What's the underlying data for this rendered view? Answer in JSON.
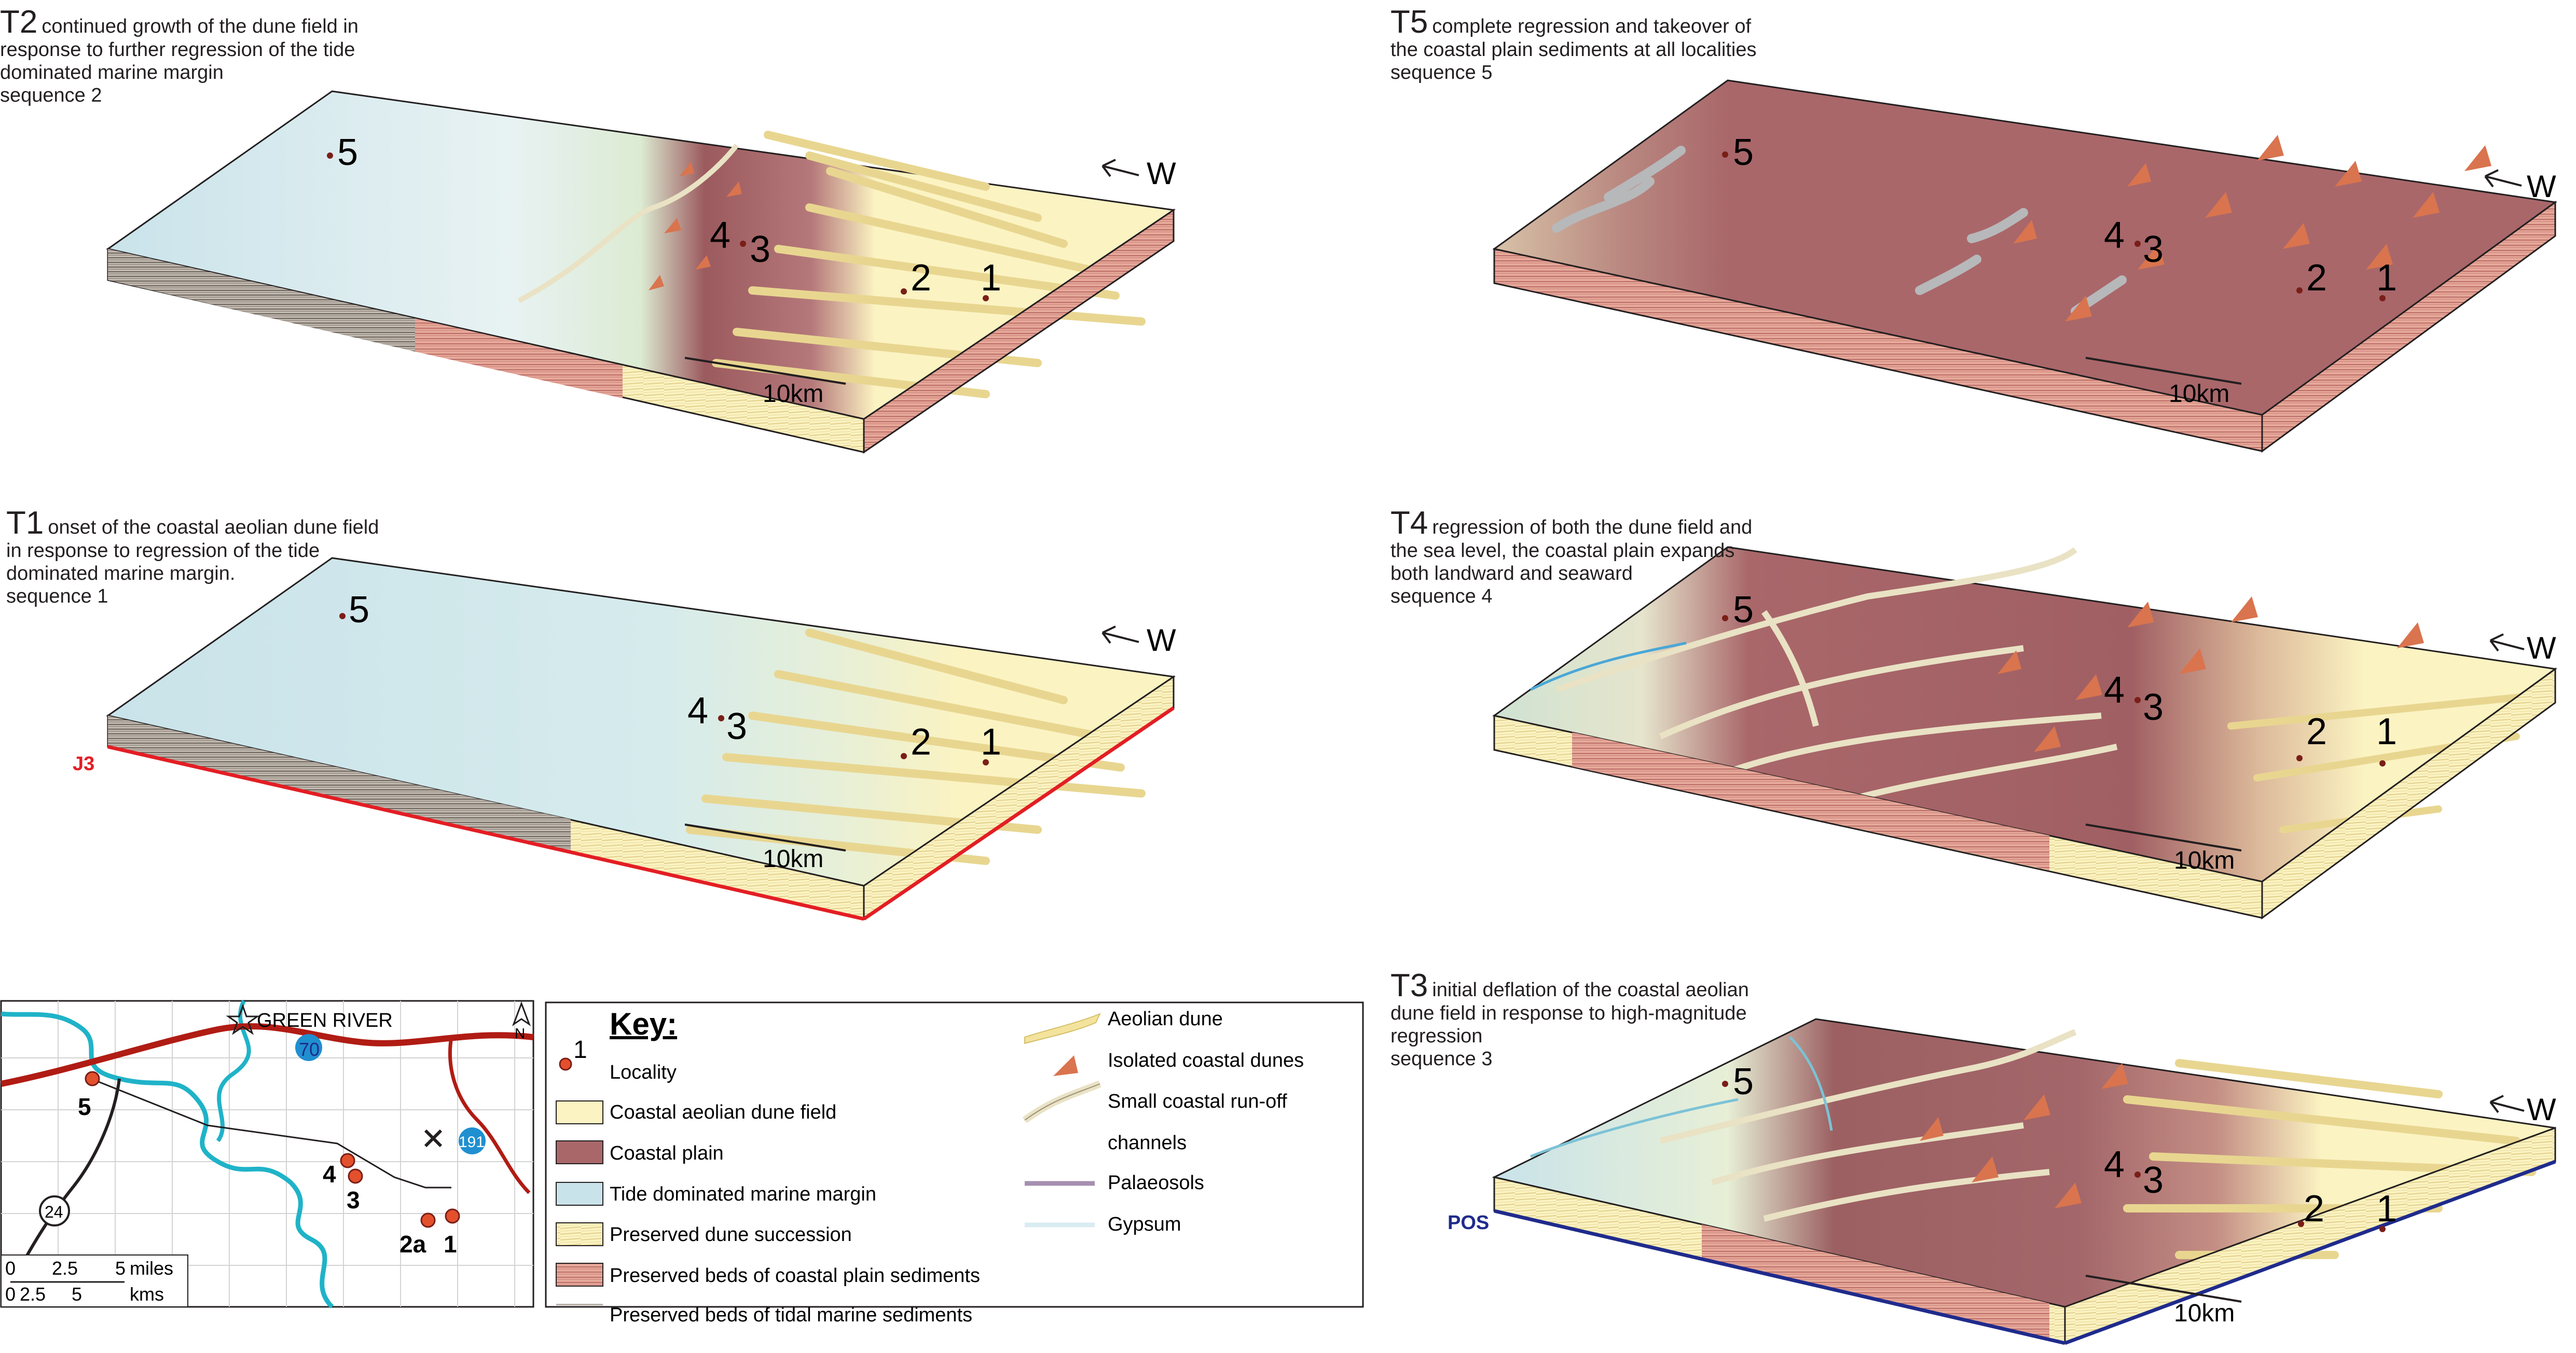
{
  "panels": {
    "t2": {
      "tag": "T2",
      "lines": [
        "continued growth of the dune field in",
        "response to further regression of the tide",
        "dominated marine margin",
        "sequence 2"
      ]
    },
    "t5": {
      "tag": "T5",
      "lines": [
        "complete regression and takeover of",
        "the coastal plain sediments at all localities",
        "sequence 5"
      ]
    },
    "t1": {
      "tag": "T1",
      "lines": [
        "onset of the coastal aeolian dune field",
        "in response to regression of the tide",
        "dominated marine margin.",
        "sequence 1"
      ]
    },
    "t4": {
      "tag": "T4",
      "lines": [
        "regression of both the dune field and",
        "the sea level, the coastal plain expands",
        "both landward and seaward",
        "sequence 4"
      ]
    },
    "t3": {
      "tag": "T3",
      "lines": [
        "initial deflation of the coastal aeolian",
        "dune field in response to high-magnitude",
        "regression",
        "sequence 3"
      ]
    }
  },
  "block_labels": {
    "direction": "W",
    "scale": "10km",
    "localities": [
      "1",
      "2",
      "3",
      "4",
      "5"
    ],
    "surface_t1": "J3",
    "surface_t3": "POS"
  },
  "map": {
    "town": "GREEN RIVER",
    "north": "N",
    "highway_70": "70",
    "highway_191": "191",
    "highway_24": "24",
    "sites": [
      "5",
      "4",
      "3",
      "2a",
      "1"
    ],
    "scale_miles": [
      "0",
      "2.5",
      "5",
      "miles"
    ],
    "scale_kms": [
      "0",
      "2.5",
      "5",
      "kms"
    ]
  },
  "key": {
    "title": "Key:",
    "locality_num": "1",
    "locality": "Locality",
    "dune_field": "Coastal aeolian dune field",
    "coastal_plain": "Coastal plain",
    "marine": "Tide dominated marine margin",
    "pres_dune": "Preserved dune succession",
    "pres_coastal": "Preserved beds of coastal plain sediments",
    "pres_tidal": "Preserved beds of tidal marine sediments",
    "aeolian_dune": "Aeolian dune",
    "isolated_dunes": "Isolated coastal dunes",
    "runoff_1": "Small coastal run-off",
    "runoff_2": "channels",
    "palaeosols": "Palaeosols",
    "gypsum": "Gypsum"
  },
  "colors": {
    "marine": "#c9e3ea",
    "dune": "#fbf3c2",
    "coastal": "#a9676a",
    "isolated_dune": "#d9744e",
    "red_surface": "#e31e24",
    "blue_surface": "#1f2b8c",
    "river": "#1fb3c8",
    "road": "#b01c14"
  }
}
